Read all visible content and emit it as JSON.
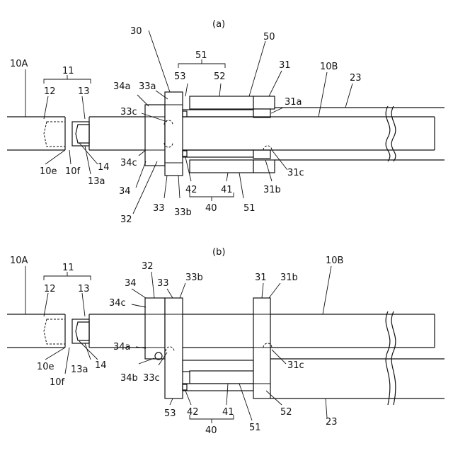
{
  "panels": {
    "a": {
      "caption": "(a)",
      "labels": {
        "l10A": "10A",
        "l11": "11",
        "l12": "12",
        "l13": "13",
        "l14": "14",
        "l10e": "10e",
        "l10f": "10f",
        "l13a": "13a",
        "l30": "30",
        "l51top": "51",
        "l50": "50",
        "l53": "53",
        "l52": "52",
        "l31": "31",
        "l10B": "10B",
        "l23": "23",
        "l31a": "31a",
        "l34a": "34a",
        "l33a": "33a",
        "l33c": "33c",
        "l34c": "34c",
        "l34": "34",
        "l32": "32",
        "l33": "33",
        "l33b": "33b",
        "l42": "42",
        "l41": "41",
        "l40": "40",
        "l51bot": "51",
        "l31b": "31b",
        "l31c": "31c"
      }
    },
    "b": {
      "caption": "(b)",
      "labels": {
        "l10A": "10A",
        "l11": "11",
        "l12": "12",
        "l13": "13",
        "l32": "32",
        "l34": "34",
        "l33": "33",
        "l33b": "33b",
        "l31": "31",
        "l31b": "31b",
        "l10B": "10B",
        "l34c": "34c",
        "l34a": "34a",
        "l34b": "34b",
        "l33c": "33c",
        "l31c": "31c",
        "l10e": "10e",
        "l13a": "13a",
        "l14": "14",
        "l10f": "10f",
        "l53": "53",
        "l42": "42",
        "l41": "41",
        "l51": "51",
        "l52": "52",
        "l40": "40",
        "l23": "23"
      }
    }
  }
}
